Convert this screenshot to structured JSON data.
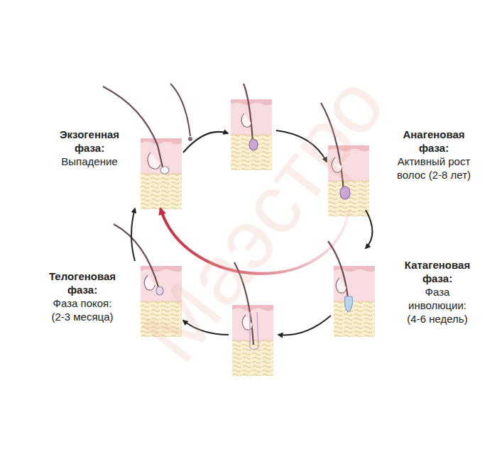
{
  "diagram": {
    "nodes": [
      {
        "text": [
          "Экзогенная фаза:",
          "Выпадение"
        ]
      },
      {
        "text": [
          "Анагеновая фаза:",
          "Активный рост волос (2-8 лет)"
        ]
      },
      {
        "text": [
          "Катагеновая фаза:",
          "Фаза инволюции: (4-6 недель)"
        ]
      },
      {
        "text": [
          "Телогеновая фаза:",
          "Фаза покоя: (2-3 месяца)"
        ]
      }
    ],
    "edges": [
      {
        "from": 0,
        "to": 1,
        "arrow": "to"
      },
      {
        "from": 1,
        "to": 2,
        "arrow": "to"
      },
      {
        "from": 2,
        "to": 3,
        "arrow": "to"
      },
      {
        "from": 3,
        "to": 0,
        "arrow": "to"
      },
      {
        "from": 1,
        "to": 0,
        "arrow": "to"
      }
    ],
    "labels": [
      "Маэстро"
    ]
  }
}
